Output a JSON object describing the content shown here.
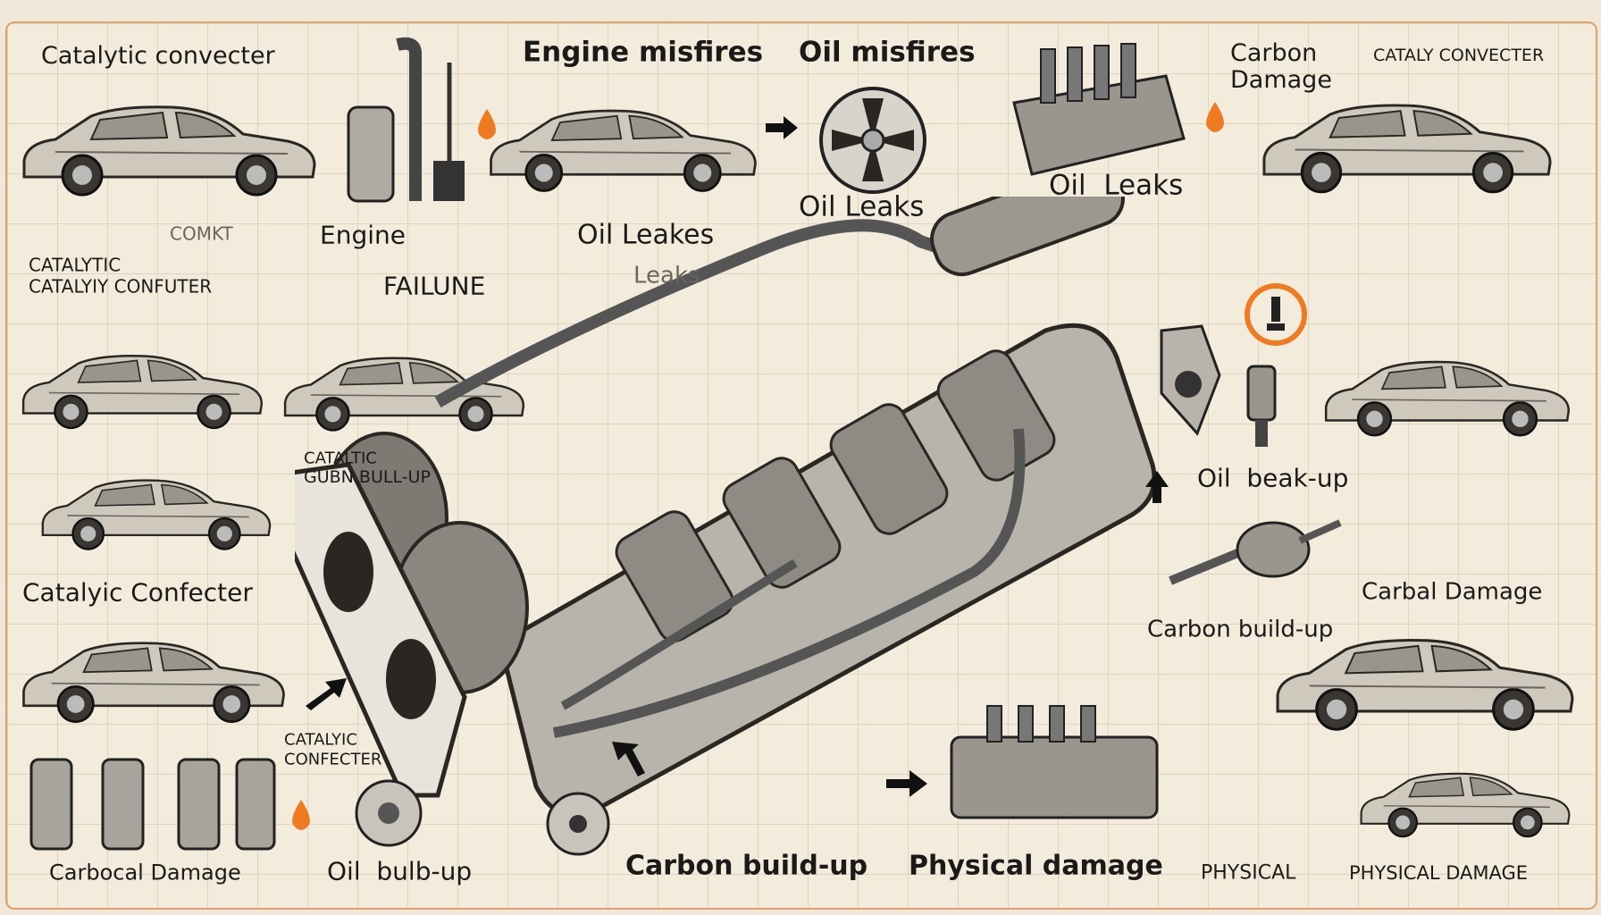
{
  "labels": {
    "catalytic_convecter_top": "Catalytic convecter",
    "engine_misfires": "Engine misfires",
    "oil_misfires": "Oil misfires",
    "carbon_damage_top_1": "Carbon",
    "carbon_damage_top_2": "Damage",
    "cataly_convecter_top_right": "CATALY CONVECTER",
    "oil_leaks_center": "Oil Leaks",
    "oil_leaks_right": "Oil  Leaks",
    "engine": "Engine",
    "oil_leakes": "Oil Leakes",
    "leaks": "Leaks",
    "catalytic_left_1": "CATALYTIC",
    "catalytic_left_2": "CATALYIY CONFUTER",
    "failune": "FAILUNE",
    "comkt": "COMKT",
    "cataltic": "CATALTIC",
    "gubn_bull_up": "GUBN BULL-UP",
    "oil_beak_up": "Oil  beak-up",
    "catalyic_confecter": "Catalyic Confecter",
    "carbal_damage": "Carbal Damage",
    "carbon_build_up_right": "Carbon build-up",
    "catalyic_confecter_small_1": "CATALYIC",
    "catalyic_confecter_small_2": "CONFECTER",
    "carbocal_damage": "Carbocal Damage",
    "oil_bulb_up": "Oil  bulb-up",
    "carbon_build_up_bottom": "Carbon build-up",
    "physical_damage": "Physical damage",
    "physical": "PHYSICAL",
    "physical_damage_caps": "PHYSICAL DAMAGE"
  },
  "colors": {
    "accent": "#ee7a22",
    "background": "#f3ecdd",
    "ink": "#1c1a18",
    "metal": "#8a8a8a"
  }
}
